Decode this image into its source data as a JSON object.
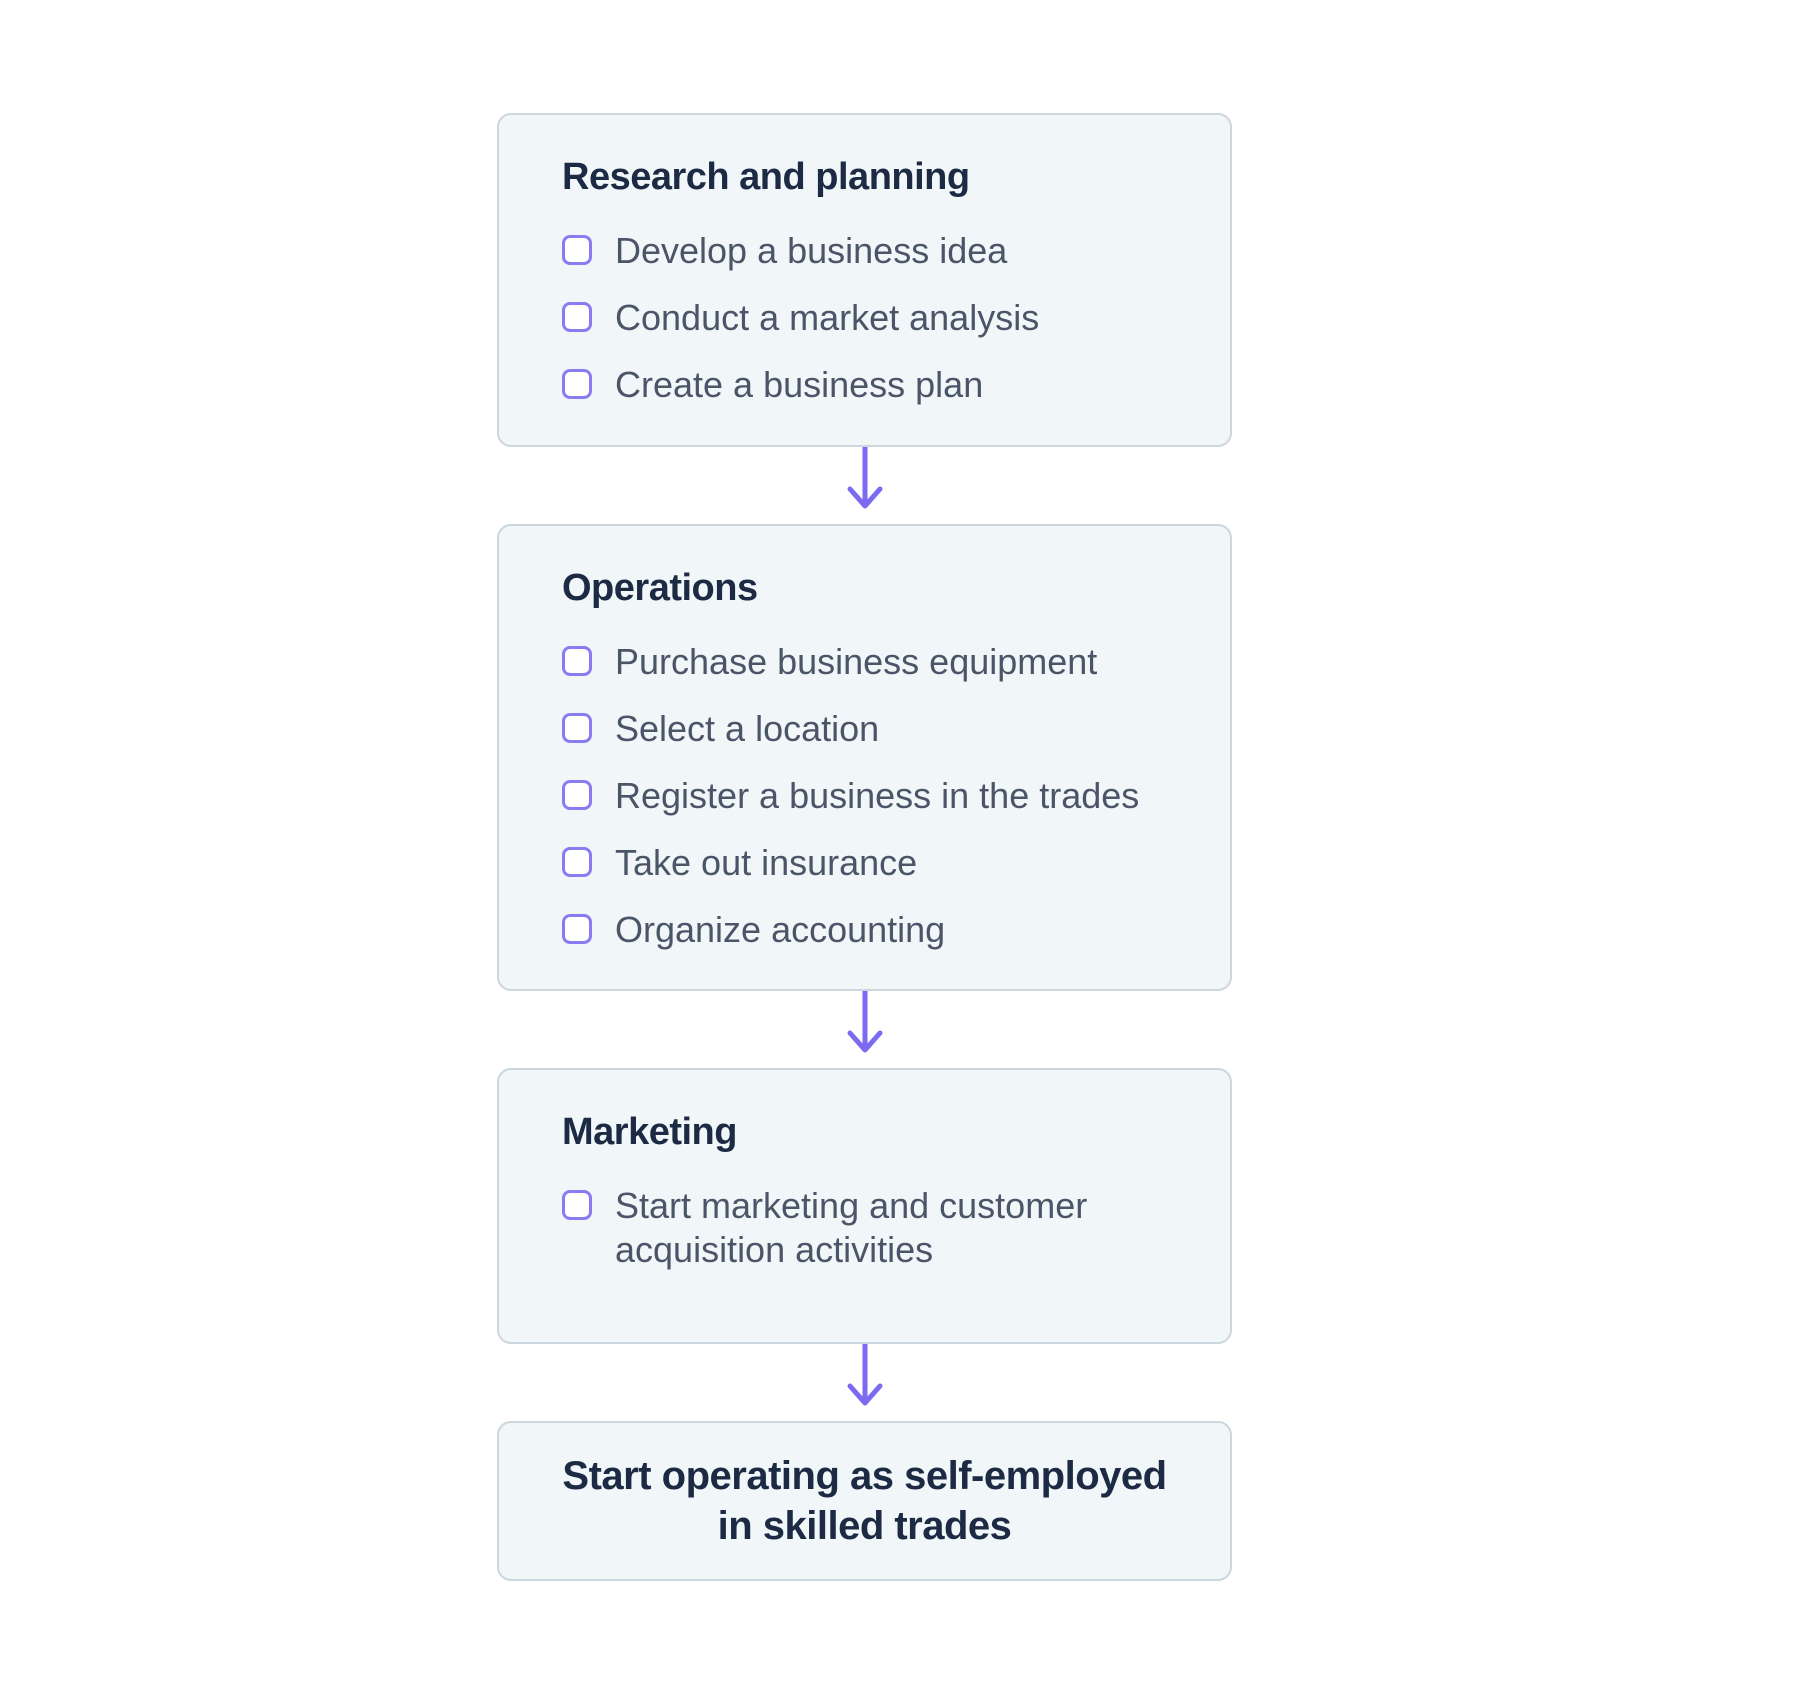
{
  "colors": {
    "bg": "#ffffff",
    "box_bg": "#f1f6f9",
    "box_border": "#cbd6dd",
    "heading": "#1c2a44",
    "item_text": "#4a5568",
    "checkbox": "#8b7bf2",
    "arrow": "#7c6af2",
    "checkbox_bg": "#ffffff"
  },
  "flow": {
    "sections": [
      {
        "title": "Research and planning",
        "items": [
          {
            "label": "Develop a business idea",
            "checked": false
          },
          {
            "label": "Conduct a market analysis",
            "checked": false
          },
          {
            "label": "Create a business plan",
            "checked": false
          }
        ]
      },
      {
        "title": "Operations",
        "items": [
          {
            "label": "Purchase business equipment",
            "checked": false
          },
          {
            "label": "Select a location",
            "checked": false
          },
          {
            "label": "Register a business in the trades",
            "checked": false
          },
          {
            "label": "Take out insurance",
            "checked": false
          },
          {
            "label": "Organize accounting",
            "checked": false
          }
        ]
      },
      {
        "title": "Marketing",
        "items": [
          {
            "label": "Start marketing and customer acquisition activities",
            "checked": false
          }
        ]
      }
    ],
    "end_node": {
      "label": "Start operating as self-employed in skilled trades"
    }
  }
}
